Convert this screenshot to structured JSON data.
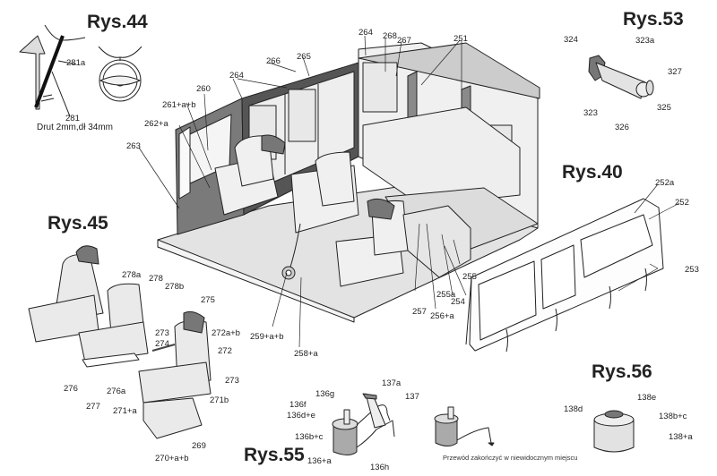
{
  "figures": {
    "rys44": {
      "title": "Rys.44",
      "labels": [
        "281a",
        "281"
      ],
      "note": "Drut 2mm,dł 34mm"
    },
    "rys53": {
      "title": "Rys.53",
      "labels": [
        "324",
        "323a",
        "327",
        "325",
        "323",
        "326"
      ]
    },
    "rys40": {
      "title": "Rys.40",
      "labels": [
        "252a",
        "252",
        "253"
      ]
    },
    "rys45": {
      "title": "Rys.45",
      "labels": [
        "278a",
        "278",
        "278b",
        "275",
        "273",
        "274",
        "272a+b",
        "272",
        "273",
        "276",
        "276a",
        "277",
        "271+a",
        "271b",
        "269",
        "270+a+b"
      ]
    },
    "rys55": {
      "title": "Rys.55",
      "labels": [
        "136g",
        "136f",
        "136d+e",
        "136b+c",
        "136+a",
        "136h",
        "137a",
        "137"
      ],
      "note": "Przewód zakończyć w niewidocznym miejscu"
    },
    "rys56": {
      "title": "Rys.56",
      "labels": [
        "138e",
        "138d",
        "138b+c",
        "138+a"
      ]
    },
    "interior": {
      "labels": [
        "264",
        "268",
        "267",
        "251",
        "266",
        "265",
        "264",
        "261+a+b",
        "260",
        "262+a",
        "263",
        "255",
        "255a",
        "254",
        "257",
        "256+a",
        "259+a+b",
        "258+a"
      ]
    }
  },
  "colors": {
    "line": "#222222",
    "fill_light": "#e6e6e6",
    "fill_mid": "#cfcfcf",
    "fill_dark": "#6e6e6e"
  }
}
